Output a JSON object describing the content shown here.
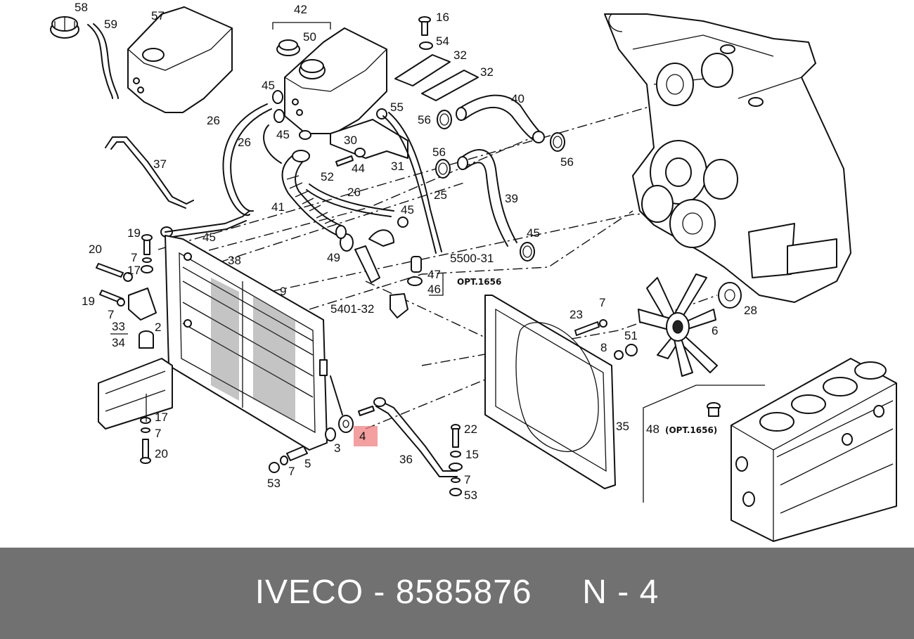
{
  "footer": {
    "brand": "IVECO",
    "separator": " - ",
    "part_number": "8585876",
    "gap": "     ",
    "position": "N - 4"
  },
  "highlight": {
    "color": "#f08080",
    "callout": "4"
  },
  "diagram": {
    "callouts": [
      "58",
      "59",
      "57",
      "42",
      "50",
      "16",
      "54",
      "32",
      "32",
      "40",
      "56",
      "56",
      "56",
      "55",
      "45",
      "45",
      "26",
      "26",
      "30",
      "44",
      "31",
      "52",
      "41",
      "25",
      "26",
      "45",
      "39",
      "45",
      "37",
      "19",
      "45",
      "20",
      "7",
      "17",
      "38",
      "49",
      "5500-31",
      "47",
      "46",
      "9",
      "19",
      "7",
      "33",
      "34",
      "2",
      "5401-32",
      "23",
      "7",
      "51",
      "8",
      "28",
      "6",
      "17",
      "7",
      "20",
      "3",
      "5",
      "7",
      "53",
      "36",
      "22",
      "15",
      "7",
      "53",
      "35",
      "48"
    ],
    "opt_label": "OPT.1656",
    "opt_label_48": "(OPT.1656)"
  }
}
